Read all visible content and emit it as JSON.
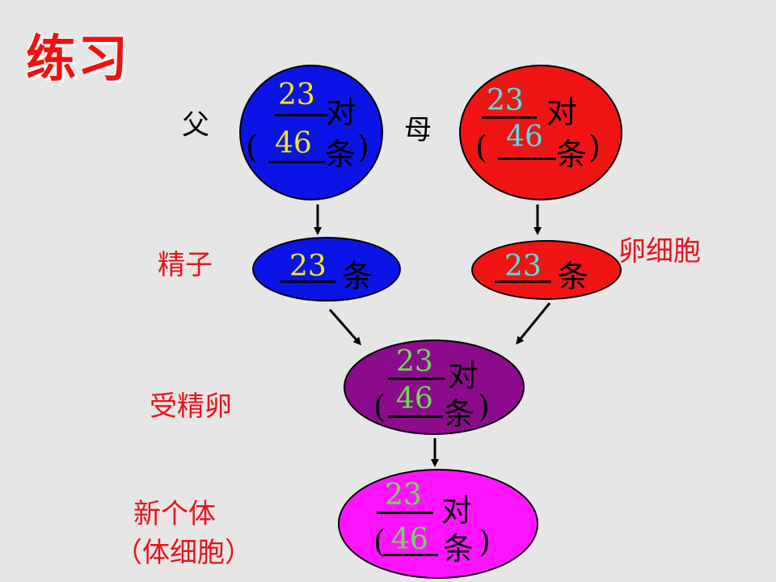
{
  "title": "练习",
  "labels": {
    "father": "父",
    "mother": "母",
    "sperm": "精子",
    "egg": "卵细胞",
    "zygote": "受精卵",
    "new_individual": "新个体",
    "body_cell": "（体细胞）"
  },
  "units": {
    "pair": "对",
    "strand": "条",
    "open_paren": "(",
    "close_paren": ")"
  },
  "values": {
    "father_pairs": "23",
    "father_count": "46",
    "mother_pairs": "23",
    "mother_count": "46",
    "sperm_count": "23",
    "egg_count": "23",
    "zygote_pairs": "23",
    "zygote_count": "46",
    "individual_pairs": "23",
    "individual_count": "46"
  },
  "colors": {
    "background": "#e6e6e6",
    "father": "#0a14e6",
    "mother": "#f01414",
    "zygote": "#8c0a8c",
    "individual": "#ff14ff",
    "value_yellow": "#f5e61e",
    "value_cyan": "#55e0e6",
    "value_green": "#6edc50"
  }
}
